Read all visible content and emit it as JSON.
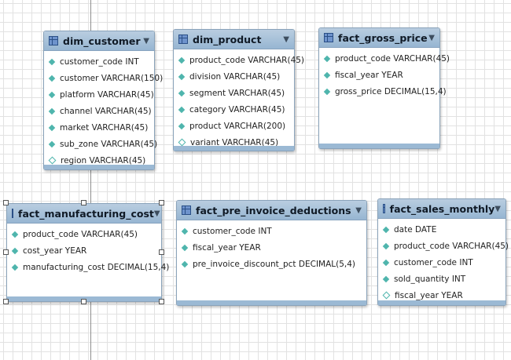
{
  "tables": [
    {
      "name": "dim_customer",
      "columns": [
        "customer_code INT",
        "customer VARCHAR(150)",
        "platform VARCHAR(45)",
        "channel VARCHAR(45)",
        "market VARCHAR(45)",
        "sub_zone VARCHAR(45)",
        "region VARCHAR(45)"
      ]
    },
    {
      "name": "dim_product",
      "columns": [
        "product_code VARCHAR(45)",
        "division VARCHAR(45)",
        "segment VARCHAR(45)",
        "category VARCHAR(45)",
        "product VARCHAR(200)",
        "variant VARCHAR(45)"
      ]
    },
    {
      "name": "fact_gross_price",
      "columns": [
        "product_code VARCHAR(45)",
        "fiscal_year YEAR",
        "gross_price DECIMAL(15,4)"
      ]
    },
    {
      "name": "fact_manufacturing_cost",
      "columns": [
        "product_code VARCHAR(45)",
        "cost_year YEAR",
        "manufacturing_cost DECIMAL(15,4)"
      ]
    },
    {
      "name": "fact_pre_invoice_deductions",
      "columns": [
        "customer_code INT",
        "fiscal_year YEAR",
        "pre_invoice_discount_pct DECIMAL(5,4)"
      ]
    },
    {
      "name": "fact_sales_monthly",
      "columns": [
        "date DATE",
        "product_code VARCHAR(45)",
        "customer_code INT",
        "sold_quantity INT",
        "fiscal_year YEAR"
      ]
    }
  ],
  "icons": {
    "table": "table-icon",
    "column": "diamond-icon",
    "collapse": "triangle-down-icon"
  },
  "colors": {
    "header": "#a9c4dc",
    "column_marker": "#4fb5ad",
    "grid": "#e2e2e2"
  }
}
